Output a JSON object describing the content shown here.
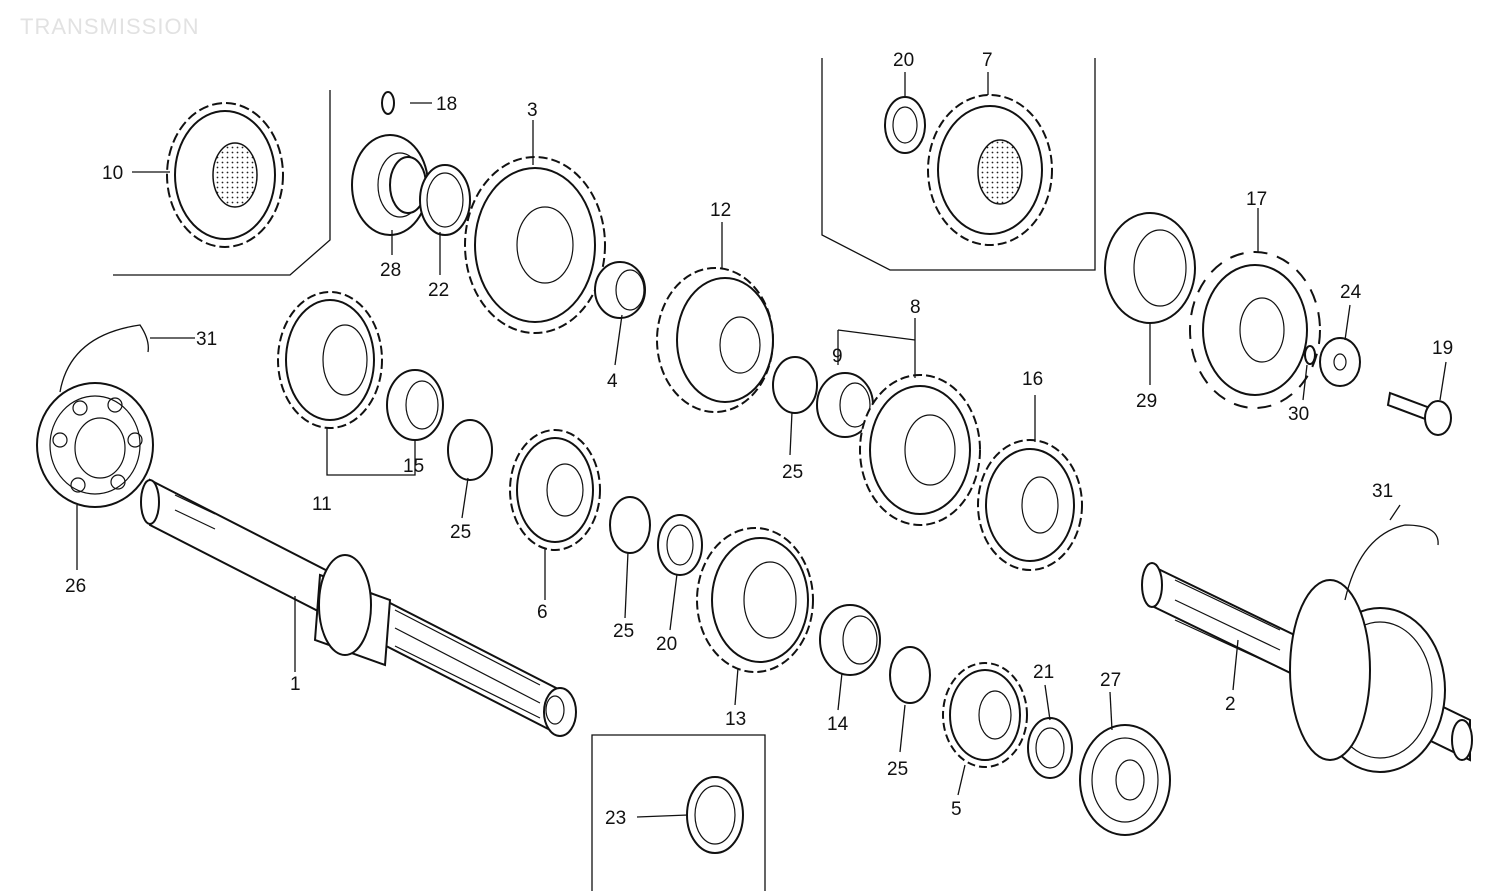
{
  "title": "TRANSMISSION",
  "callouts": [
    "1",
    "2",
    "3",
    "4",
    "5",
    "6",
    "7",
    "8",
    "9",
    "10",
    "11",
    "12",
    "13",
    "14",
    "15",
    "16",
    "17",
    "18",
    "19",
    "20",
    "20",
    "21",
    "22",
    "23",
    "24",
    "25",
    "25",
    "25",
    "25",
    "26",
    "27",
    "28",
    "29",
    "30",
    "31",
    "31"
  ],
  "parts": [
    "mainshaft",
    "countershaft",
    "gear-3",
    "bushing-4",
    "gear-5",
    "gear-6",
    "gear-7",
    "gear-8",
    "bushing-9",
    "gear-10",
    "gear-11",
    "gear-12",
    "gear-13",
    "bushing-14",
    "bushing-15",
    "gear-16",
    "sprocket-17",
    "o-ring-18",
    "bolt-19",
    "washer-20",
    "washer-21",
    "washer-22",
    "washer-23",
    "washer-24",
    "circlip-25",
    "bearing-26",
    "bearing-27",
    "bearing-28",
    "oil-seal-29",
    "collar-30",
    "set-ring-31"
  ]
}
